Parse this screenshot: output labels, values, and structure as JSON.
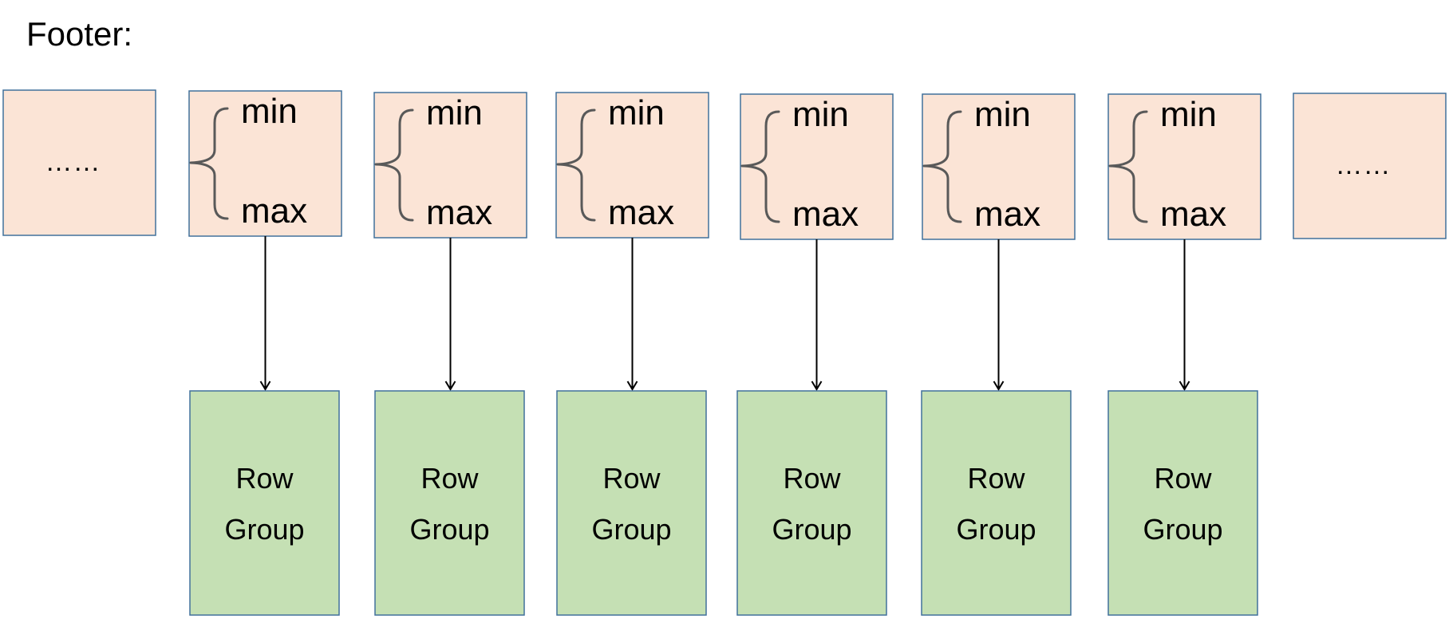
{
  "title": "Footer:",
  "colors": {
    "stat_box_fill": "#fbe4d6",
    "row_group_fill": "#c5e0b4",
    "box_border": "#41719c",
    "brace": "#595959",
    "arrow": "#000000"
  },
  "ellipsis_boxes": [
    {
      "label": "……"
    },
    {
      "label": "……"
    }
  ],
  "stat_boxes": [
    {
      "min_label": "min",
      "max_label": "max"
    },
    {
      "min_label": "min",
      "max_label": "max"
    },
    {
      "min_label": "min",
      "max_label": "max"
    },
    {
      "min_label": "min",
      "max_label": "max"
    },
    {
      "min_label": "min",
      "max_label": "max"
    },
    {
      "min_label": "min",
      "max_label": "max"
    }
  ],
  "row_groups": [
    {
      "line1": "Row",
      "line2": "Group"
    },
    {
      "line1": "Row",
      "line2": "Group"
    },
    {
      "line1": "Row",
      "line2": "Group"
    },
    {
      "line1": "Row",
      "line2": "Group"
    },
    {
      "line1": "Row",
      "line2": "Group"
    },
    {
      "line1": "Row",
      "line2": "Group"
    }
  ]
}
